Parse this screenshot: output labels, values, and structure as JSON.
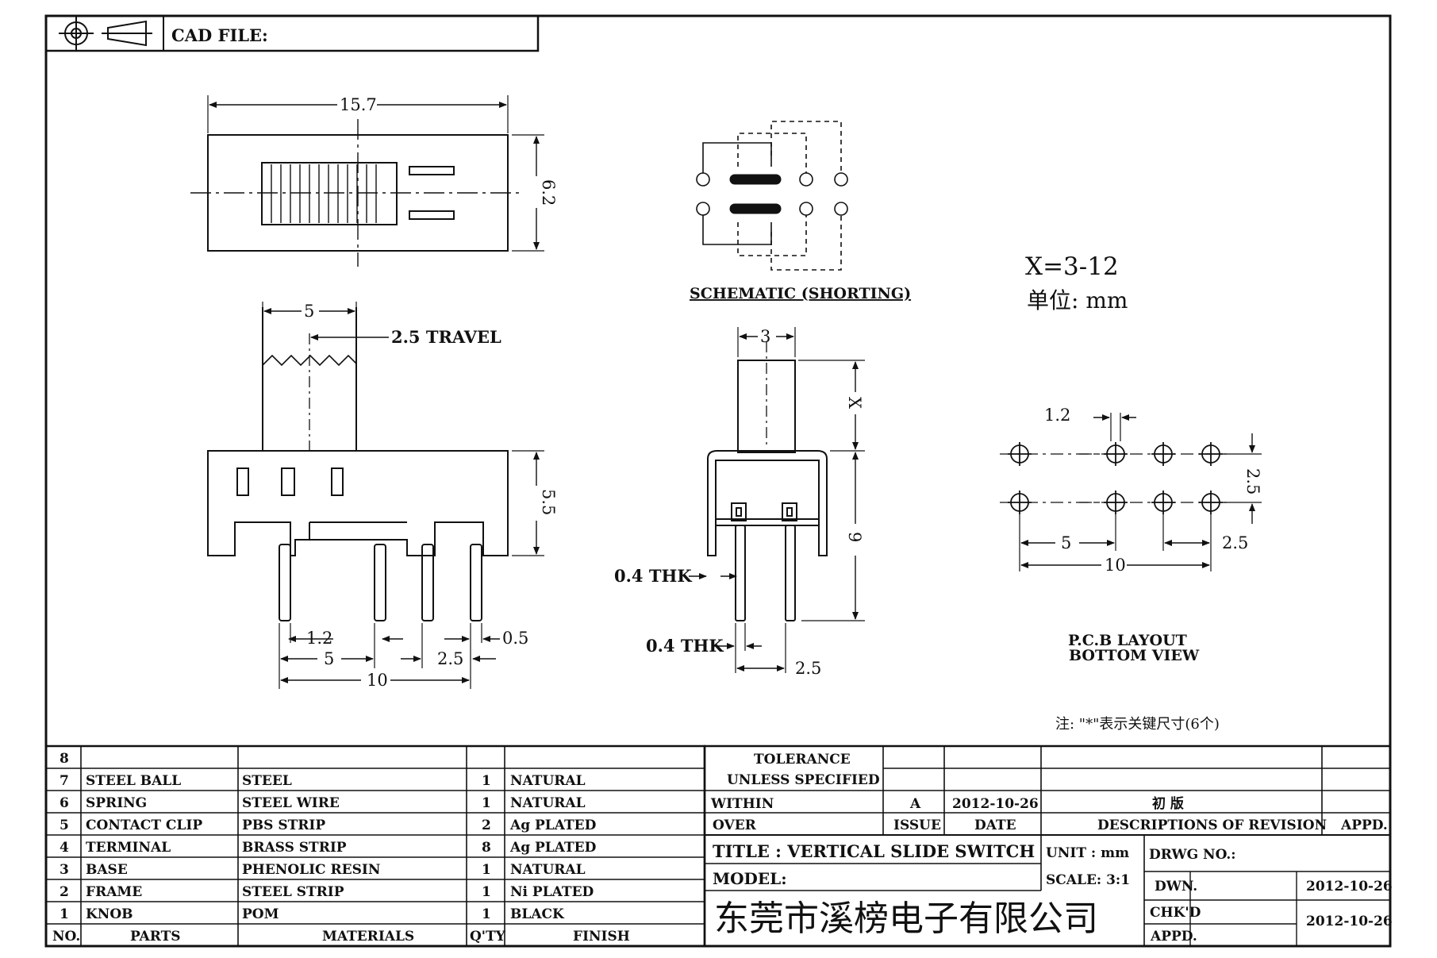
{
  "header": {
    "cad_file_label": "CAD FILE:"
  },
  "top_view": {
    "width_dim": "15.7",
    "height_dim": "6.2"
  },
  "side_view": {
    "knob_width_dim": "5",
    "travel_label": "2.5  TRAVEL",
    "height_dim": "5.5",
    "pin_width_dim": "1.2",
    "pitch_dim": "5",
    "pitch2_dim": "2.5",
    "pin_thk_dim": "0.5",
    "overall_dim": "10"
  },
  "schematic": {
    "label": "SCHEMATIC (SHORTING)"
  },
  "end_view": {
    "knob_width_dim": "3",
    "x_dim": "X",
    "height_dim": "9",
    "thk_label_1": "0.4  THK",
    "thk_label_2": "0.4  THK",
    "pitch_dim": "2.5"
  },
  "notes": {
    "x_range": "X=3-12",
    "unit_note": "单位: mm",
    "key_note": "注: \"*\"表示关键尺寸(6个)"
  },
  "pcb": {
    "hole_dim": "1.2",
    "row_dim": "2.5",
    "pitch_dim": "5",
    "pitch2_dim": "2.5",
    "overall_dim": "10",
    "label_line1": "P.C.B LAYOUT",
    "label_line2": "BOTTOM VIEW"
  },
  "bom": {
    "rows": [
      {
        "no": "8",
        "part": "",
        "material": "",
        "qty": "",
        "finish": ""
      },
      {
        "no": "7",
        "part": "STEEL BALL",
        "material": "STEEL",
        "qty": "1",
        "finish": "NATURAL"
      },
      {
        "no": "6",
        "part": "SPRING",
        "material": "STEEL WIRE",
        "qty": "1",
        "finish": "NATURAL"
      },
      {
        "no": "5",
        "part": "CONTACT CLIP",
        "material": "PBS STRIP",
        "qty": "2",
        "finish": "Ag PLATED"
      },
      {
        "no": "4",
        "part": "TERMINAL",
        "material": "BRASS STRIP",
        "qty": "8",
        "finish": "Ag PLATED"
      },
      {
        "no": "3",
        "part": "BASE",
        "material": "PHENOLIC RESIN",
        "qty": "1",
        "finish": "NATURAL"
      },
      {
        "no": "2",
        "part": "FRAME",
        "material": "STEEL STRIP",
        "qty": "1",
        "finish": "Ni PLATED"
      },
      {
        "no": "1",
        "part": "KNOB",
        "material": "POM",
        "qty": "1",
        "finish": "BLACK"
      }
    ],
    "headers": {
      "no": "NO.",
      "part": "PARTS",
      "material": "MATERIALS",
      "qty": "Q'TY",
      "finish": "FINISH"
    }
  },
  "title_block": {
    "tolerance_l1": "TOLERANCE",
    "tolerance_l2": "UNLESS  SPECIFIED",
    "within": "WITHIN",
    "over": "OVER",
    "rev_issue": "A",
    "rev_date": "2012-10-26",
    "rev_desc": "初  版",
    "issue_label": "ISSUE",
    "date_label": "DATE",
    "desc_label": "DESCRIPTIONS OF REVISION",
    "appd_label": "APPD.",
    "title": "TITLE :  VERTICAL  SLIDE  SWITCH",
    "unit": "UNIT :  mm",
    "drwg_no": "DRWG NO.:",
    "model": "MODEL:",
    "scale": "SCALE:  3:1",
    "dwn_label": "DWN.",
    "dwn_date": "2012-10-26",
    "chkd_label": "CHK'D",
    "chkd_date": "2012-10-26",
    "appd2_label": "APPD.",
    "company": "东莞市溪榜电子有限公司"
  }
}
